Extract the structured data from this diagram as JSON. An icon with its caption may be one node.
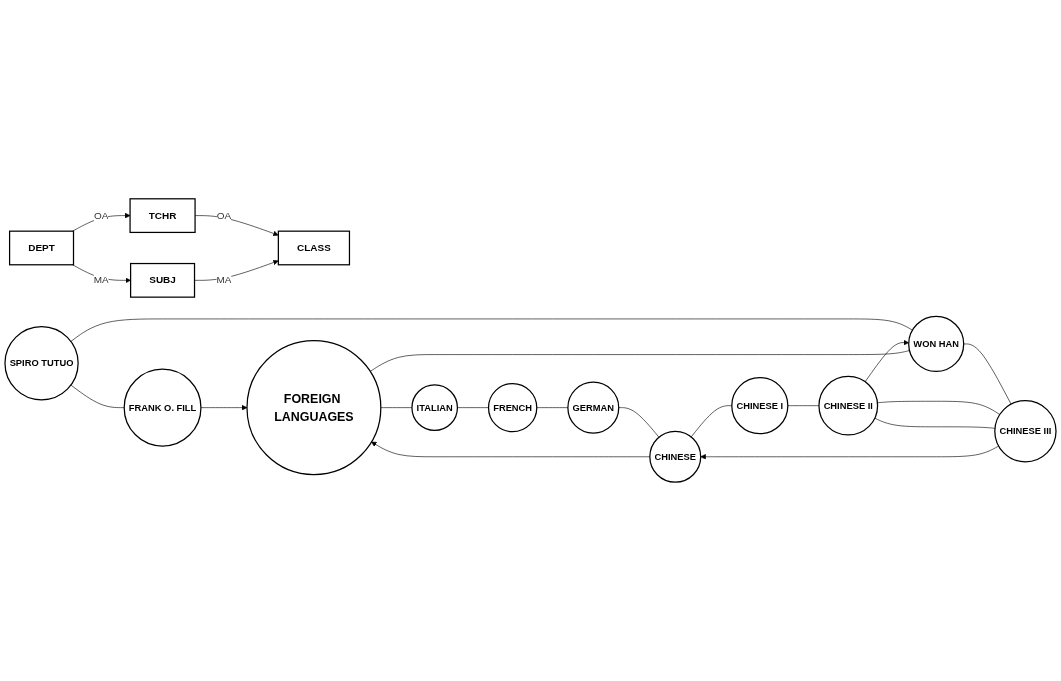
{
  "diagram": {
    "nodes": [
      {
        "text": [
          "SPIRO TUTUO"
        ]
      },
      {
        "text": [
          "FRANK O. FILL"
        ]
      },
      {
        "text": [
          "WON HAN"
        ]
      },
      {
        "text": [
          "FOREIGN LANGUAGES"
        ]
      },
      {
        "text": [
          "CHINESE III"
        ]
      },
      {
        "text": [
          "CHINESE II"
        ]
      },
      {
        "text": [
          "ITALIAN"
        ]
      },
      {
        "text": [
          "CHINESE"
        ]
      },
      {
        "text": [
          "CHINESE I"
        ]
      },
      {
        "text": [
          "FRENCH"
        ]
      },
      {
        "text": [
          "GERMAN"
        ]
      },
      {
        "text": [
          "DEPT"
        ]
      },
      {
        "text": [
          "TCHR"
        ]
      },
      {
        "text": [
          "SUBJ"
        ]
      },
      {
        "text": [
          "CLASS"
        ]
      }
    ],
    "edges": [
      {
        "from": 0,
        "to": 1,
        "arrow": "none"
      },
      {
        "from": 0,
        "to": 2,
        "arrow": "none"
      },
      {
        "from": 1,
        "to": 3,
        "arrow": "to"
      },
      {
        "from": 2,
        "to": 3,
        "arrow": "none"
      },
      {
        "from": 2,
        "to": 4,
        "arrow": "none"
      },
      {
        "from": 4,
        "to": 5,
        "arrow": "none"
      },
      {
        "from": 5,
        "to": 2,
        "arrow": "to"
      },
      {
        "from": 4,
        "to": 5,
        "arrow": "none"
      },
      {
        "from": 4,
        "to": 7,
        "arrow": "to"
      },
      {
        "from": 7,
        "to": 3,
        "arrow": "to"
      },
      {
        "from": 3,
        "to": 6,
        "arrow": "none"
      },
      {
        "from": 6,
        "to": 9,
        "arrow": "none"
      },
      {
        "from": 9,
        "to": 10,
        "arrow": "none"
      },
      {
        "from": 10,
        "to": 7,
        "arrow": "none"
      },
      {
        "from": 7,
        "to": 8,
        "arrow": "none"
      },
      {
        "from": 8,
        "to": 5,
        "arrow": "none"
      },
      {
        "from": 11,
        "to": 12,
        "arrow": "to",
        "label": "OA"
      },
      {
        "from": 11,
        "to": 13,
        "arrow": "to",
        "label": "MA"
      },
      {
        "from": 12,
        "to": 14,
        "arrow": "to",
        "label": "OA"
      },
      {
        "from": 13,
        "to": 14,
        "arrow": "to",
        "label": "MA"
      }
    ]
  }
}
